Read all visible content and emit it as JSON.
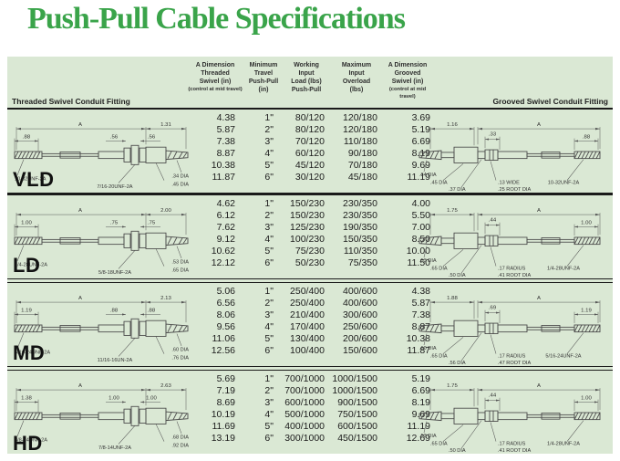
{
  "page": {
    "title": "Push-Pull Cable Specifications"
  },
  "colors": {
    "title_green": "#3aa44a",
    "panel_bg": "#dae8d4",
    "rule": "#1a1a1a"
  },
  "panel": {
    "left_fitting_label": "Threaded Swivel Conduit Fitting",
    "right_fitting_label": "Grooved Swivel Conduit Fitting",
    "headers": [
      {
        "text": "A Dimension\nThreaded\nSwivel (in)",
        "note": "(control at mid travel)"
      },
      {
        "text": "Minimum\nTravel\nPush-Pull\n(in)",
        "note": ""
      },
      {
        "text": "Working\nInput\nLoad (lbs)\nPush-Pull",
        "note": ""
      },
      {
        "text": "Maximum\nInput\nOverload\n(lbs)",
        "note": ""
      },
      {
        "text": "A Dimension\nGrooved\nSwivel (in)",
        "note": "(control at mid travel)"
      }
    ]
  },
  "sections": [
    {
      "model": "VLD",
      "rows": [
        [
          "4.38",
          "1\"",
          "80/120",
          "120/180",
          "3.69"
        ],
        [
          "5.87",
          "2\"",
          "80/120",
          "120/180",
          "5.19"
        ],
        [
          "7.38",
          "3\"",
          "70/120",
          "110/180",
          "6.69"
        ],
        [
          "8.87",
          "4\"",
          "60/120",
          "90/180",
          "8.19"
        ],
        [
          "10.38",
          "5\"",
          "45/120",
          "70/180",
          "9.69"
        ],
        [
          "11.87",
          "6\"",
          "30/120",
          "45/180",
          "11.19"
        ]
      ],
      "left": {
        "dim_a": "A",
        "dim_b": "1.31",
        "dim_c": ".88",
        "dim_d": ".56",
        "dim_e": ".56",
        "thread_left": "10-32UNF-2A",
        "thread_mid": "7/16-20UNF-2A",
        "dia_upper": ".34 DIA",
        "dia_lower": ".45 DIA"
      },
      "right": {
        "dim_b": "1.16",
        "dim_a": "A",
        "dim_c": ".33",
        "dim_d": ".88",
        "dia1": ".34 DIA",
        "dia2": ".45 DIA",
        "dia3": ".37 DIA",
        "feat1": ".13 WIDE",
        "feat2": ".25 ROOT DIA",
        "thread": "10-32UNF-2A"
      }
    },
    {
      "model": "LD",
      "rows": [
        [
          "4.62",
          "1\"",
          "150/230",
          "230/350",
          "4.00"
        ],
        [
          "6.12",
          "2\"",
          "150/230",
          "230/350",
          "5.50"
        ],
        [
          "7.62",
          "3\"",
          "125/230",
          "190/350",
          "7.00"
        ],
        [
          "9.12",
          "4\"",
          "100/230",
          "150/350",
          "8.50"
        ],
        [
          "10.62",
          "5\"",
          "75/230",
          "110/350",
          "10.00"
        ],
        [
          "12.12",
          "6\"",
          "50/230",
          "75/350",
          "11.50"
        ]
      ],
      "left": {
        "dim_a": "A",
        "dim_b": "2.00",
        "dim_c": "1.00",
        "dim_d": ".75",
        "dim_e": ".75",
        "thread_left": "1/4-28UNF-2A",
        "thread_mid": "5/8-18UNF-2A",
        "dia_upper": ".53 DIA",
        "dia_lower": ".65 DIA"
      },
      "right": {
        "dim_b": "1.75",
        "dim_a": "A",
        "dim_c": ".44",
        "dim_d": "1.00",
        "dia1": ".53 DIA",
        "dia2": ".65 DIA",
        "dia3": ".50 DIA",
        "feat1": ".17 RADIUS",
        "feat2": ".41 ROOT DIA",
        "thread": "1/4-28UNF-2A"
      }
    },
    {
      "model": "MD",
      "rows": [
        [
          "5.06",
          "1\"",
          "250/400",
          "400/600",
          "4.38"
        ],
        [
          "6.56",
          "2\"",
          "250/400",
          "400/600",
          "5.87"
        ],
        [
          "8.06",
          "3\"",
          "210/400",
          "300/600",
          "7.38"
        ],
        [
          "9.56",
          "4\"",
          "170/400",
          "250/600",
          "8.87"
        ],
        [
          "11.06",
          "5\"",
          "130/400",
          "200/600",
          "10.38"
        ],
        [
          "12.56",
          "6\"",
          "100/400",
          "150/600",
          "11.87"
        ]
      ],
      "left": {
        "dim_a": "A",
        "dim_b": "2.13",
        "dim_c": "1.19",
        "dim_d": ".88",
        "dim_e": ".88",
        "thread_left": "5/16-24UNF-2A",
        "thread_mid": "11/16-16UN-2A",
        "dia_upper": ".60 DIA",
        "dia_lower": ".76 DIA"
      },
      "right": {
        "dim_b": "1.88",
        "dim_a": "A",
        "dim_c": ".69",
        "dim_d": "1.19",
        "dia1": ".60 DIA",
        "dia2": ".65 DIA",
        "dia3": ".56 DIA",
        "feat1": ".17 RADIUS",
        "feat2": ".47 ROOT DIA",
        "thread": "5/16-24UNF-2A"
      }
    },
    {
      "model": "HD",
      "rows": [
        [
          "5.69",
          "1\"",
          "700/1000",
          "1000/1500",
          "5.19"
        ],
        [
          "7.19",
          "2\"",
          "700/1000",
          "1000/1500",
          "6.69"
        ],
        [
          "8.69",
          "3\"",
          "600/1000",
          "900/1500",
          "8.19"
        ],
        [
          "10.19",
          "4\"",
          "500/1000",
          "750/1500",
          "9.69"
        ],
        [
          "11.69",
          "5\"",
          "400/1000",
          "600/1500",
          "11.19"
        ],
        [
          "13.19",
          "6\"",
          "300/1000",
          "450/1500",
          "12.69"
        ]
      ],
      "left": {
        "dim_a": "A",
        "dim_b": "2.63",
        "dim_c": "1.38",
        "dim_d": "1.00",
        "dim_e": "1.00",
        "thread_left": "3/8-24UNF-2A",
        "thread_mid": "7/8-14UNF-2A",
        "dia_upper": ".68 DIA",
        "dia_lower": ".92 DIA"
      },
      "right": {
        "dim_b": "1.75",
        "dim_a": "A",
        "dim_c": ".44",
        "dim_d": "1.00",
        "dia1": ".53 DIA",
        "dia2": ".65 DIA",
        "dia3": ".50 DIA",
        "feat1": ".17 RADIUS",
        "feat2": ".41 ROOT DIA",
        "thread": "1/4-28UNF-2A"
      }
    }
  ]
}
